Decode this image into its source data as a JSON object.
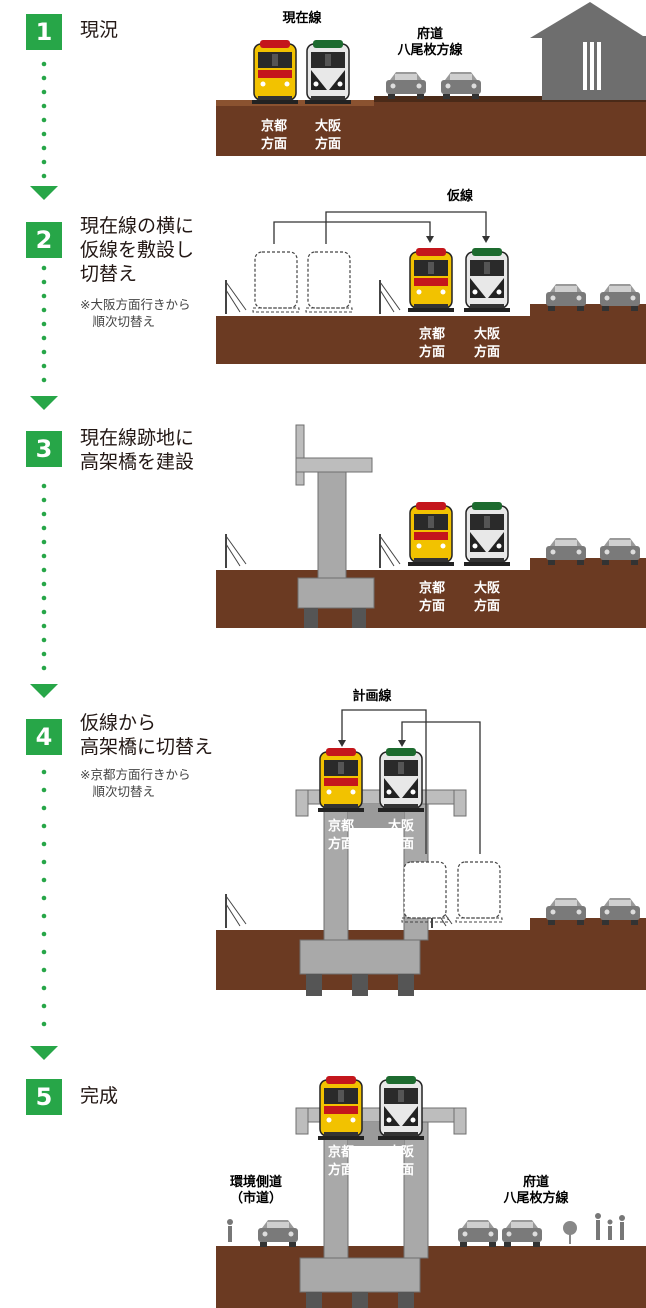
{
  "colors": {
    "step_green": "#27a648",
    "ground_brown": "#6b3a22",
    "concrete_gray": "#9a9a9a",
    "train_yellow": "#f2c200",
    "train_red": "#c4161c",
    "train_green": "#1d6b2f",
    "car_gray": "#8a8a8a"
  },
  "steps": [
    {
      "num": "1",
      "title": "現況",
      "note": ""
    },
    {
      "num": "2",
      "title": "現在線の横に\n仮線を敷設し\n切替え",
      "note": "※大阪方面行きから\n　順次切替え"
    },
    {
      "num": "3",
      "title": "現在線跡地に\n高架橋を建設",
      "note": ""
    },
    {
      "num": "4",
      "title": "仮線から\n高架橋に切替え",
      "note": "※京都方面行きから\n　順次切替え"
    },
    {
      "num": "5",
      "title": "完成",
      "note": ""
    }
  ],
  "labels": {
    "current_line": "現在線",
    "temp_line": "仮線",
    "planned_line": "計画線",
    "kyoto_dir": [
      "京都",
      "方面"
    ],
    "osaka_dir": [
      "大阪",
      "方面"
    ],
    "prefectural_road": [
      "府道",
      "八尾枚方線"
    ],
    "side_road": [
      "環境側道",
      "（市道）"
    ]
  },
  "icons": [
    "arrow-down-icon",
    "train-icon",
    "car-icon",
    "house-icon",
    "pedestrian-icon",
    "tree-icon",
    "fence-icon"
  ]
}
